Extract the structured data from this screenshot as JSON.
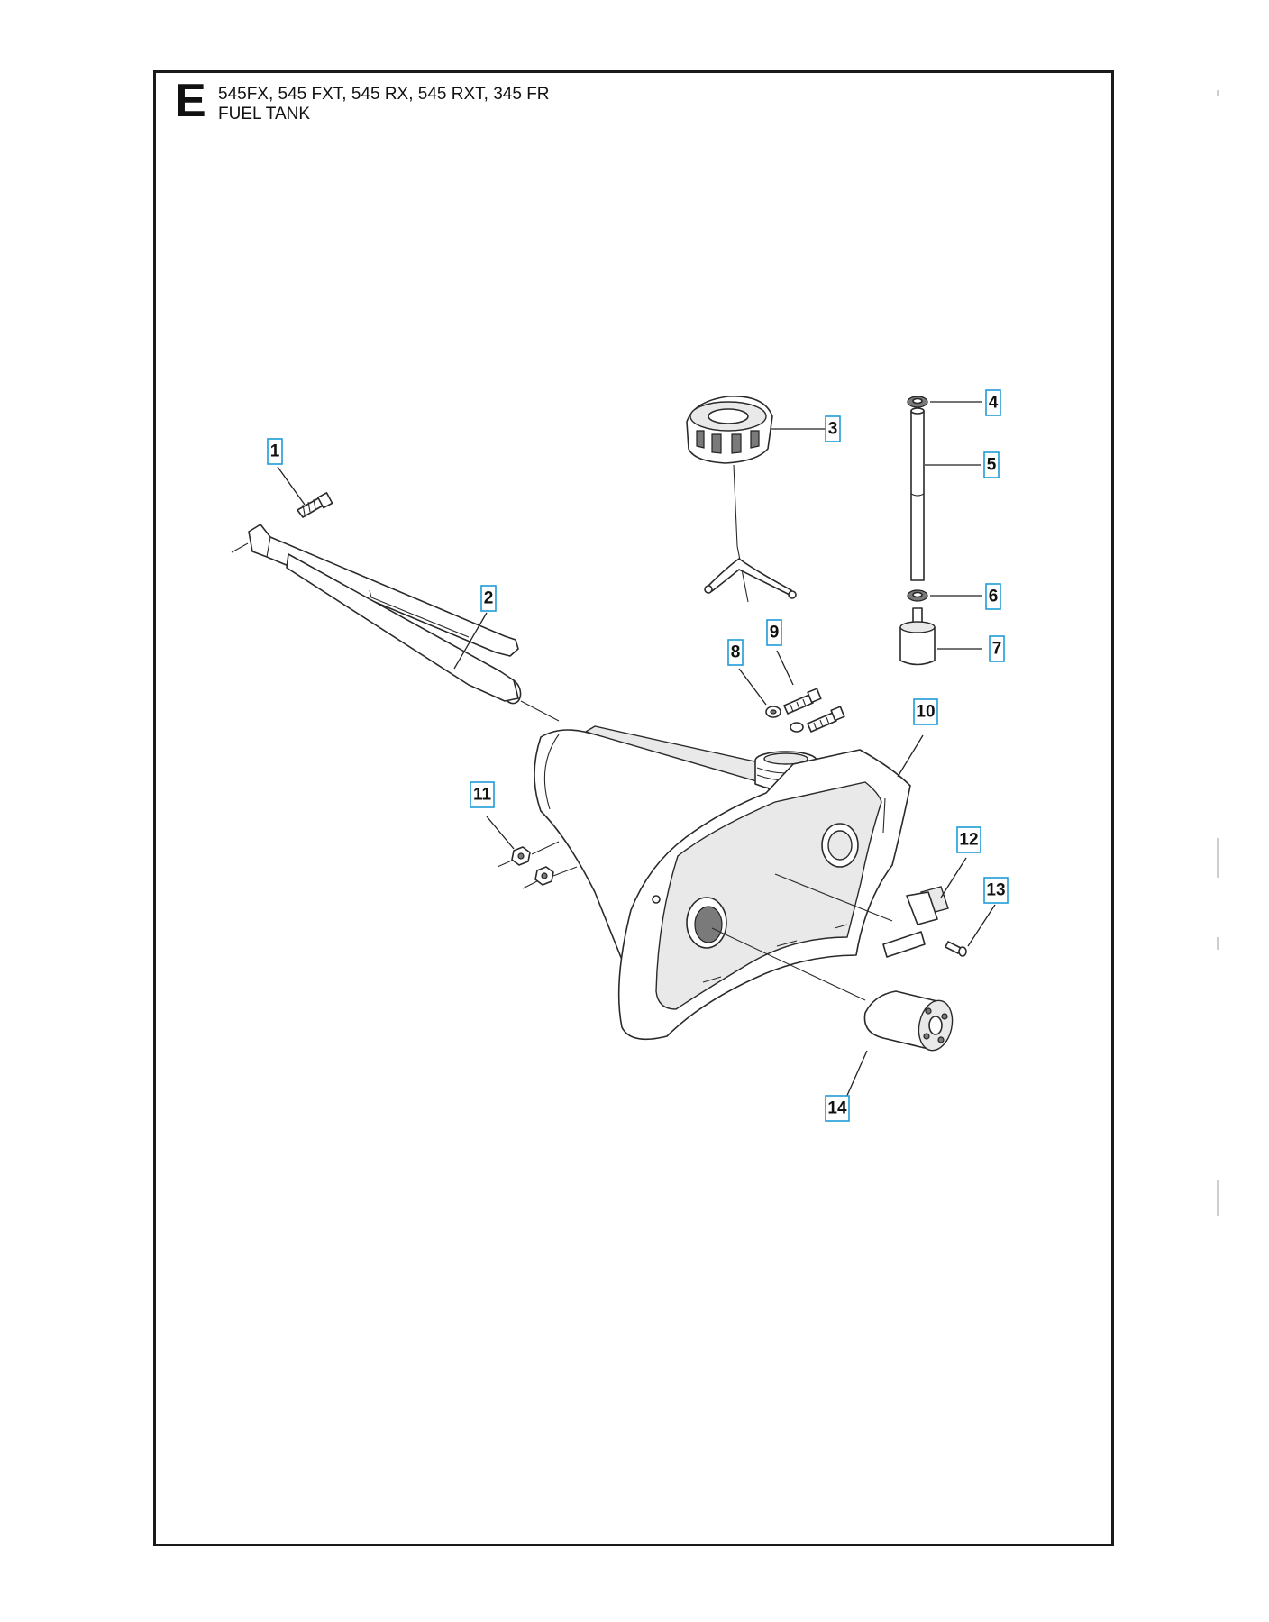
{
  "header": {
    "section_letter": "E",
    "models": "545FX, 545 FXT, 545 RX, 545 RXT, 345 FR",
    "title": "FUEL TANK"
  },
  "callouts": [
    {
      "id": "callout-1",
      "label": "1"
    },
    {
      "id": "callout-2",
      "label": "2"
    },
    {
      "id": "callout-3",
      "label": "3"
    },
    {
      "id": "callout-4",
      "label": "4"
    },
    {
      "id": "callout-5",
      "label": "5"
    },
    {
      "id": "callout-6",
      "label": "6"
    },
    {
      "id": "callout-7",
      "label": "7"
    },
    {
      "id": "callout-8",
      "label": "8"
    },
    {
      "id": "callout-9",
      "label": "9"
    },
    {
      "id": "callout-10",
      "label": "10"
    },
    {
      "id": "callout-11",
      "label": "11"
    },
    {
      "id": "callout-12",
      "label": "12"
    },
    {
      "id": "callout-13",
      "label": "13"
    },
    {
      "id": "callout-14",
      "label": "14"
    }
  ],
  "colors": {
    "callout_border": "#1e9bd7",
    "line": "#2a2a2a",
    "frame": "#1a1a1a"
  }
}
